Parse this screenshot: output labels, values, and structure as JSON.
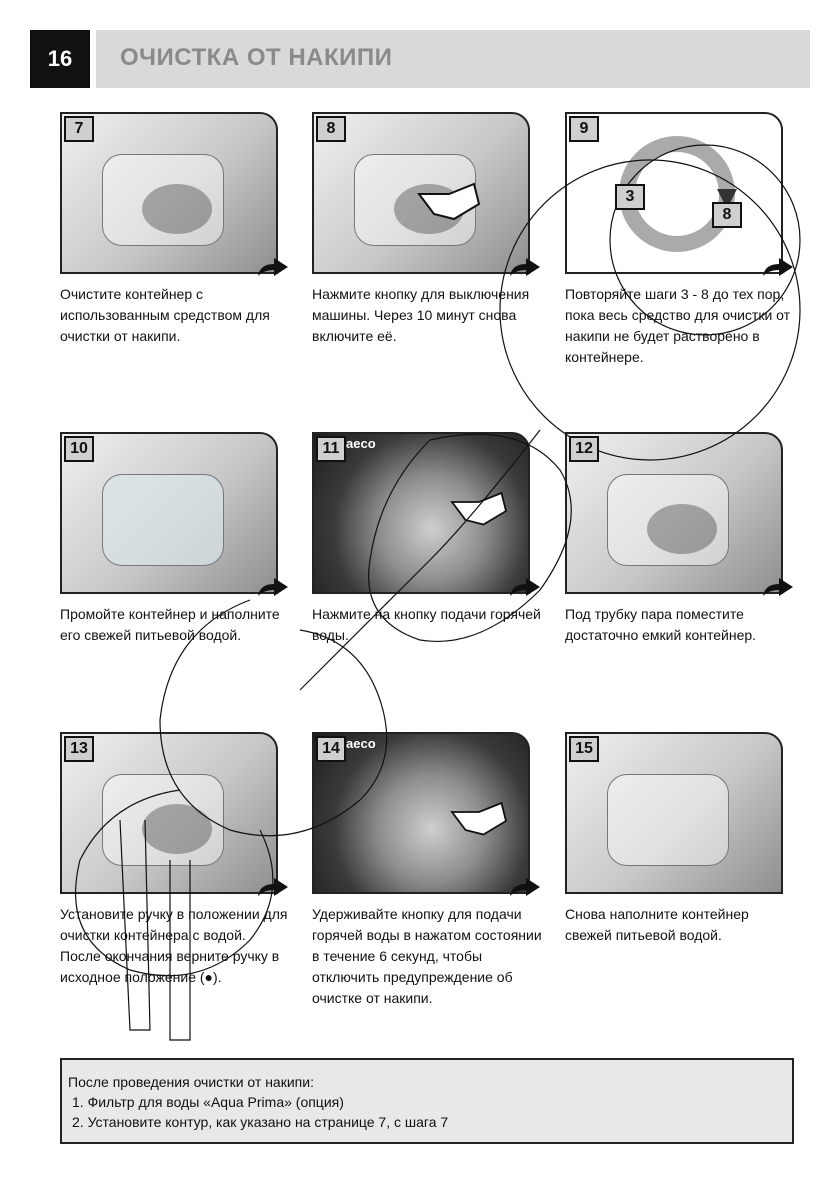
{
  "header": {
    "page_number": "16",
    "title": "ОЧИСТКА ОТ НАКИПИ"
  },
  "steps": [
    {
      "num": "7",
      "caption": "Очистите контейнер с использованным средством для очистки от накипи."
    },
    {
      "num": "8",
      "caption": "Нажмите кнопку для выключения машины. Через 10 минут снова включите её."
    },
    {
      "num": "9",
      "caption": "Повторяйте шаги 3 - 8 до тех пор, пока весь средство для очистки от накипи не будет растворено в контейнере.",
      "loop_from": "3",
      "loop_to": "8"
    },
    {
      "num": "10",
      "caption": "Промойте контейнер и наполните его свежей питьевой водой."
    },
    {
      "num": "11",
      "caption": "Нажмите на кнопку подачи горячей воды.",
      "brand_fragment": "aeco"
    },
    {
      "num": "12",
      "caption": "Под трубку пара поместите достаточно емкий контейнер."
    },
    {
      "num": "13",
      "caption": "Установите ручку в положении    для очистки контейнера с водой. После окончания верните ручку в исходное положение (●)."
    },
    {
      "num": "14",
      "caption": "Удерживайте кнопку для подачи горячей воды в нажатом состоянии в течение 6 секунд, чтобы отключить предупреждение об очистке от накипи.",
      "brand_fragment": "aeco"
    },
    {
      "num": "15",
      "caption": "Снова наполните контейнер свежей питьевой водой."
    }
  ],
  "note": {
    "intro": "После проведения очистки от накипи:",
    "items": [
      "1. Фильтр для воды «Aqua Prima» (опция)",
      "2. Установите контур, как указано на странице 7, с шага 7"
    ]
  }
}
